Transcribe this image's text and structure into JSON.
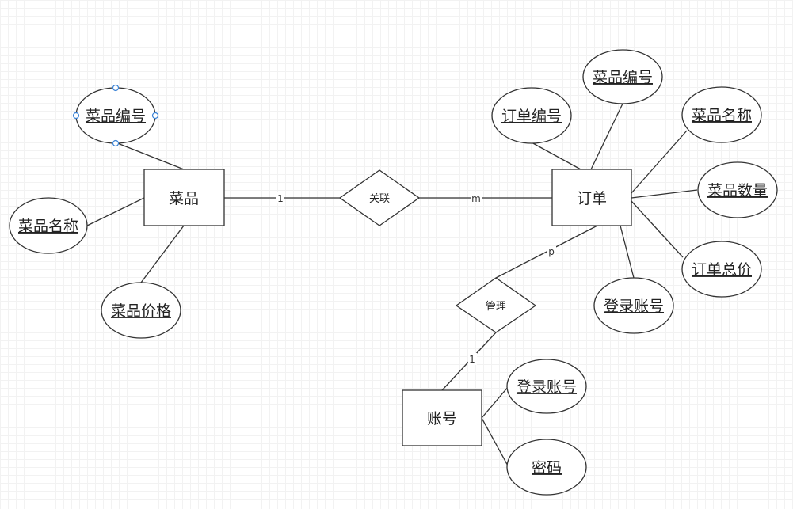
{
  "entities": {
    "dish": "菜品",
    "order": "订单",
    "account": "账号"
  },
  "relations": {
    "link": "关联",
    "manage": "管理"
  },
  "cardinality": {
    "dish_link": "1",
    "order_link": "m",
    "order_manage": "p",
    "account_manage": "1"
  },
  "dish_attrs": {
    "id": "菜品编号",
    "name": "菜品名称",
    "price": "菜品价格"
  },
  "order_attrs": {
    "order_id": "订单编号",
    "dish_id": "菜品编号",
    "dish_name": "菜品名称",
    "dish_qty": "菜品数量",
    "total": "订单总价",
    "login": "登录账号"
  },
  "account_attrs": {
    "login": "登录账号",
    "password": "密码"
  }
}
